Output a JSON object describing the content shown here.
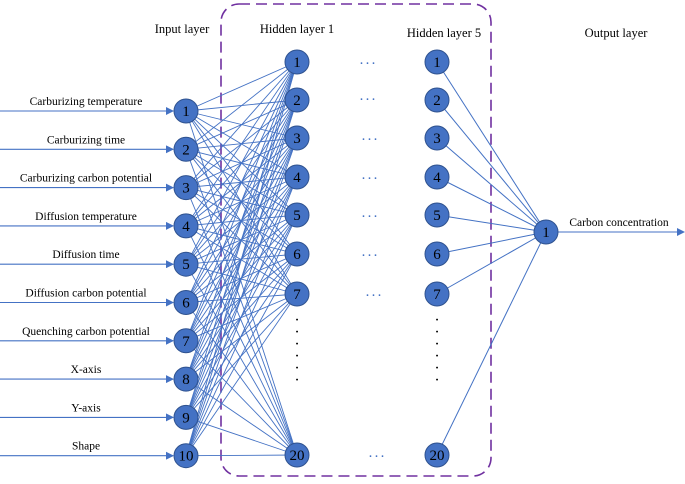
{
  "colors": {
    "node_fill": "#4472C4",
    "node_stroke": "#2F528F",
    "edge": "#4472C4",
    "dashed_box": "#7030A0",
    "ellipsis": "#4472C4"
  },
  "layers": {
    "input_title": "Input layer",
    "hidden1_title": "Hidden layer 1",
    "hidden5_title": "Hidden layer 5",
    "output_title": "Output layer"
  },
  "inputs": [
    {
      "label": "Carburizing temperature",
      "node": "1"
    },
    {
      "label": "Carburizing  time",
      "node": "2"
    },
    {
      "label": "Carburizing  carbon potential",
      "node": "3"
    },
    {
      "label": "Diffusion  temperature",
      "node": "4"
    },
    {
      "label": "Diffusion  time",
      "node": "5"
    },
    {
      "label": "Diffusion carbon potential",
      "node": "6"
    },
    {
      "label": "Quenching  carbon potential",
      "node": "7"
    },
    {
      "label": "X-axis",
      "node": "8"
    },
    {
      "label": "Y-axis",
      "node": "9"
    },
    {
      "label": "Shape",
      "node": "10"
    }
  ],
  "hidden1_nodes": [
    "1",
    "2",
    "3",
    "4",
    "5",
    "6",
    "7",
    "20"
  ],
  "hidden5_nodes": [
    "1",
    "2",
    "3",
    "4",
    "5",
    "6",
    "7",
    "20"
  ],
  "output": {
    "node": "1",
    "label": "Carbon concentration"
  },
  "between_layers_ellipsis": "···",
  "vertical_ellipsis": "·"
}
